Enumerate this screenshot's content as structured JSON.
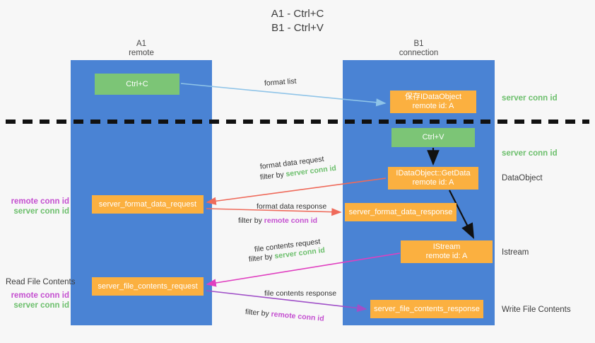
{
  "title": "A1 - Ctrl+C\nB1 - Ctrl+V",
  "columns": {
    "left": {
      "name": "A1",
      "role": "remote",
      "header": "A1\nremote"
    },
    "right": {
      "name": "B1",
      "role": "connection",
      "header": "B1\nconnection"
    }
  },
  "nodes": {
    "ctrl_c": {
      "label": "Ctrl+C",
      "color": "#7cc576"
    },
    "save_idataobject": {
      "label": "保存IDataObject",
      "sub": "remote id: A",
      "color": "#fbb040"
    },
    "ctrl_v": {
      "label": "Ctrl+V",
      "color": "#7cc576"
    },
    "getdata": {
      "label": "IDataObject::GetData",
      "sub": "remote id: A",
      "color": "#fbb040"
    },
    "server_format_data_request": {
      "label": "server_format_data_request",
      "color": "#fbb040"
    },
    "server_format_data_response": {
      "label": "server_format_data_response",
      "color": "#fbb040"
    },
    "istream": {
      "label": "IStream",
      "sub": "remote id: A",
      "color": "#fbb040"
    },
    "server_file_contents_request": {
      "label": "server_file_contents_request",
      "color": "#fbb040"
    },
    "server_file_contents_response": {
      "label": "server_file_contents_response",
      "color": "#fbb040"
    }
  },
  "annotations": {
    "format_list": "format list",
    "format_data_request": "format data request",
    "format_data_request_filter_prefix": "filter by ",
    "format_data_request_filter_key": "server conn id",
    "format_data_response": "format data response",
    "format_data_response_filter_prefix": "filter by ",
    "format_data_response_filter_key": "remote conn id",
    "file_contents_request": "file contents request",
    "file_contents_request_filter_prefix": "filter by ",
    "file_contents_request_filter_key": "server conn id",
    "file_contents_response": "file contents response",
    "file_contents_response_filter_prefix": "filter by ",
    "file_contents_response_filter_key": "remote conn id"
  },
  "side_labels": {
    "server_conn_id_top": "server conn id",
    "server_conn_id_second": "server conn id",
    "dataobject": "DataObject",
    "istream": "Istream",
    "write_file_contents": "Write File Contents",
    "read_file_contents": "Read File Contents",
    "remote_conn_id_mid": "remote conn id",
    "server_conn_id_mid": "server conn id",
    "remote_conn_id_bottom": "remote conn id",
    "server_conn_id_bottom": "server conn id"
  },
  "colors": {
    "lane": "#4a83d4",
    "node_green": "#7cc576",
    "node_orange": "#fbb040",
    "conn_green": "#6cbf6c",
    "conn_magenta": "#c44fd0",
    "arrow_blue": "#8fc4e8",
    "arrow_red": "#ef6a5a",
    "arrow_magenta": "#e040c0",
    "arrow_purple": "#a050c8",
    "arrow_black": "#111111",
    "background": "#f7f7f7"
  }
}
